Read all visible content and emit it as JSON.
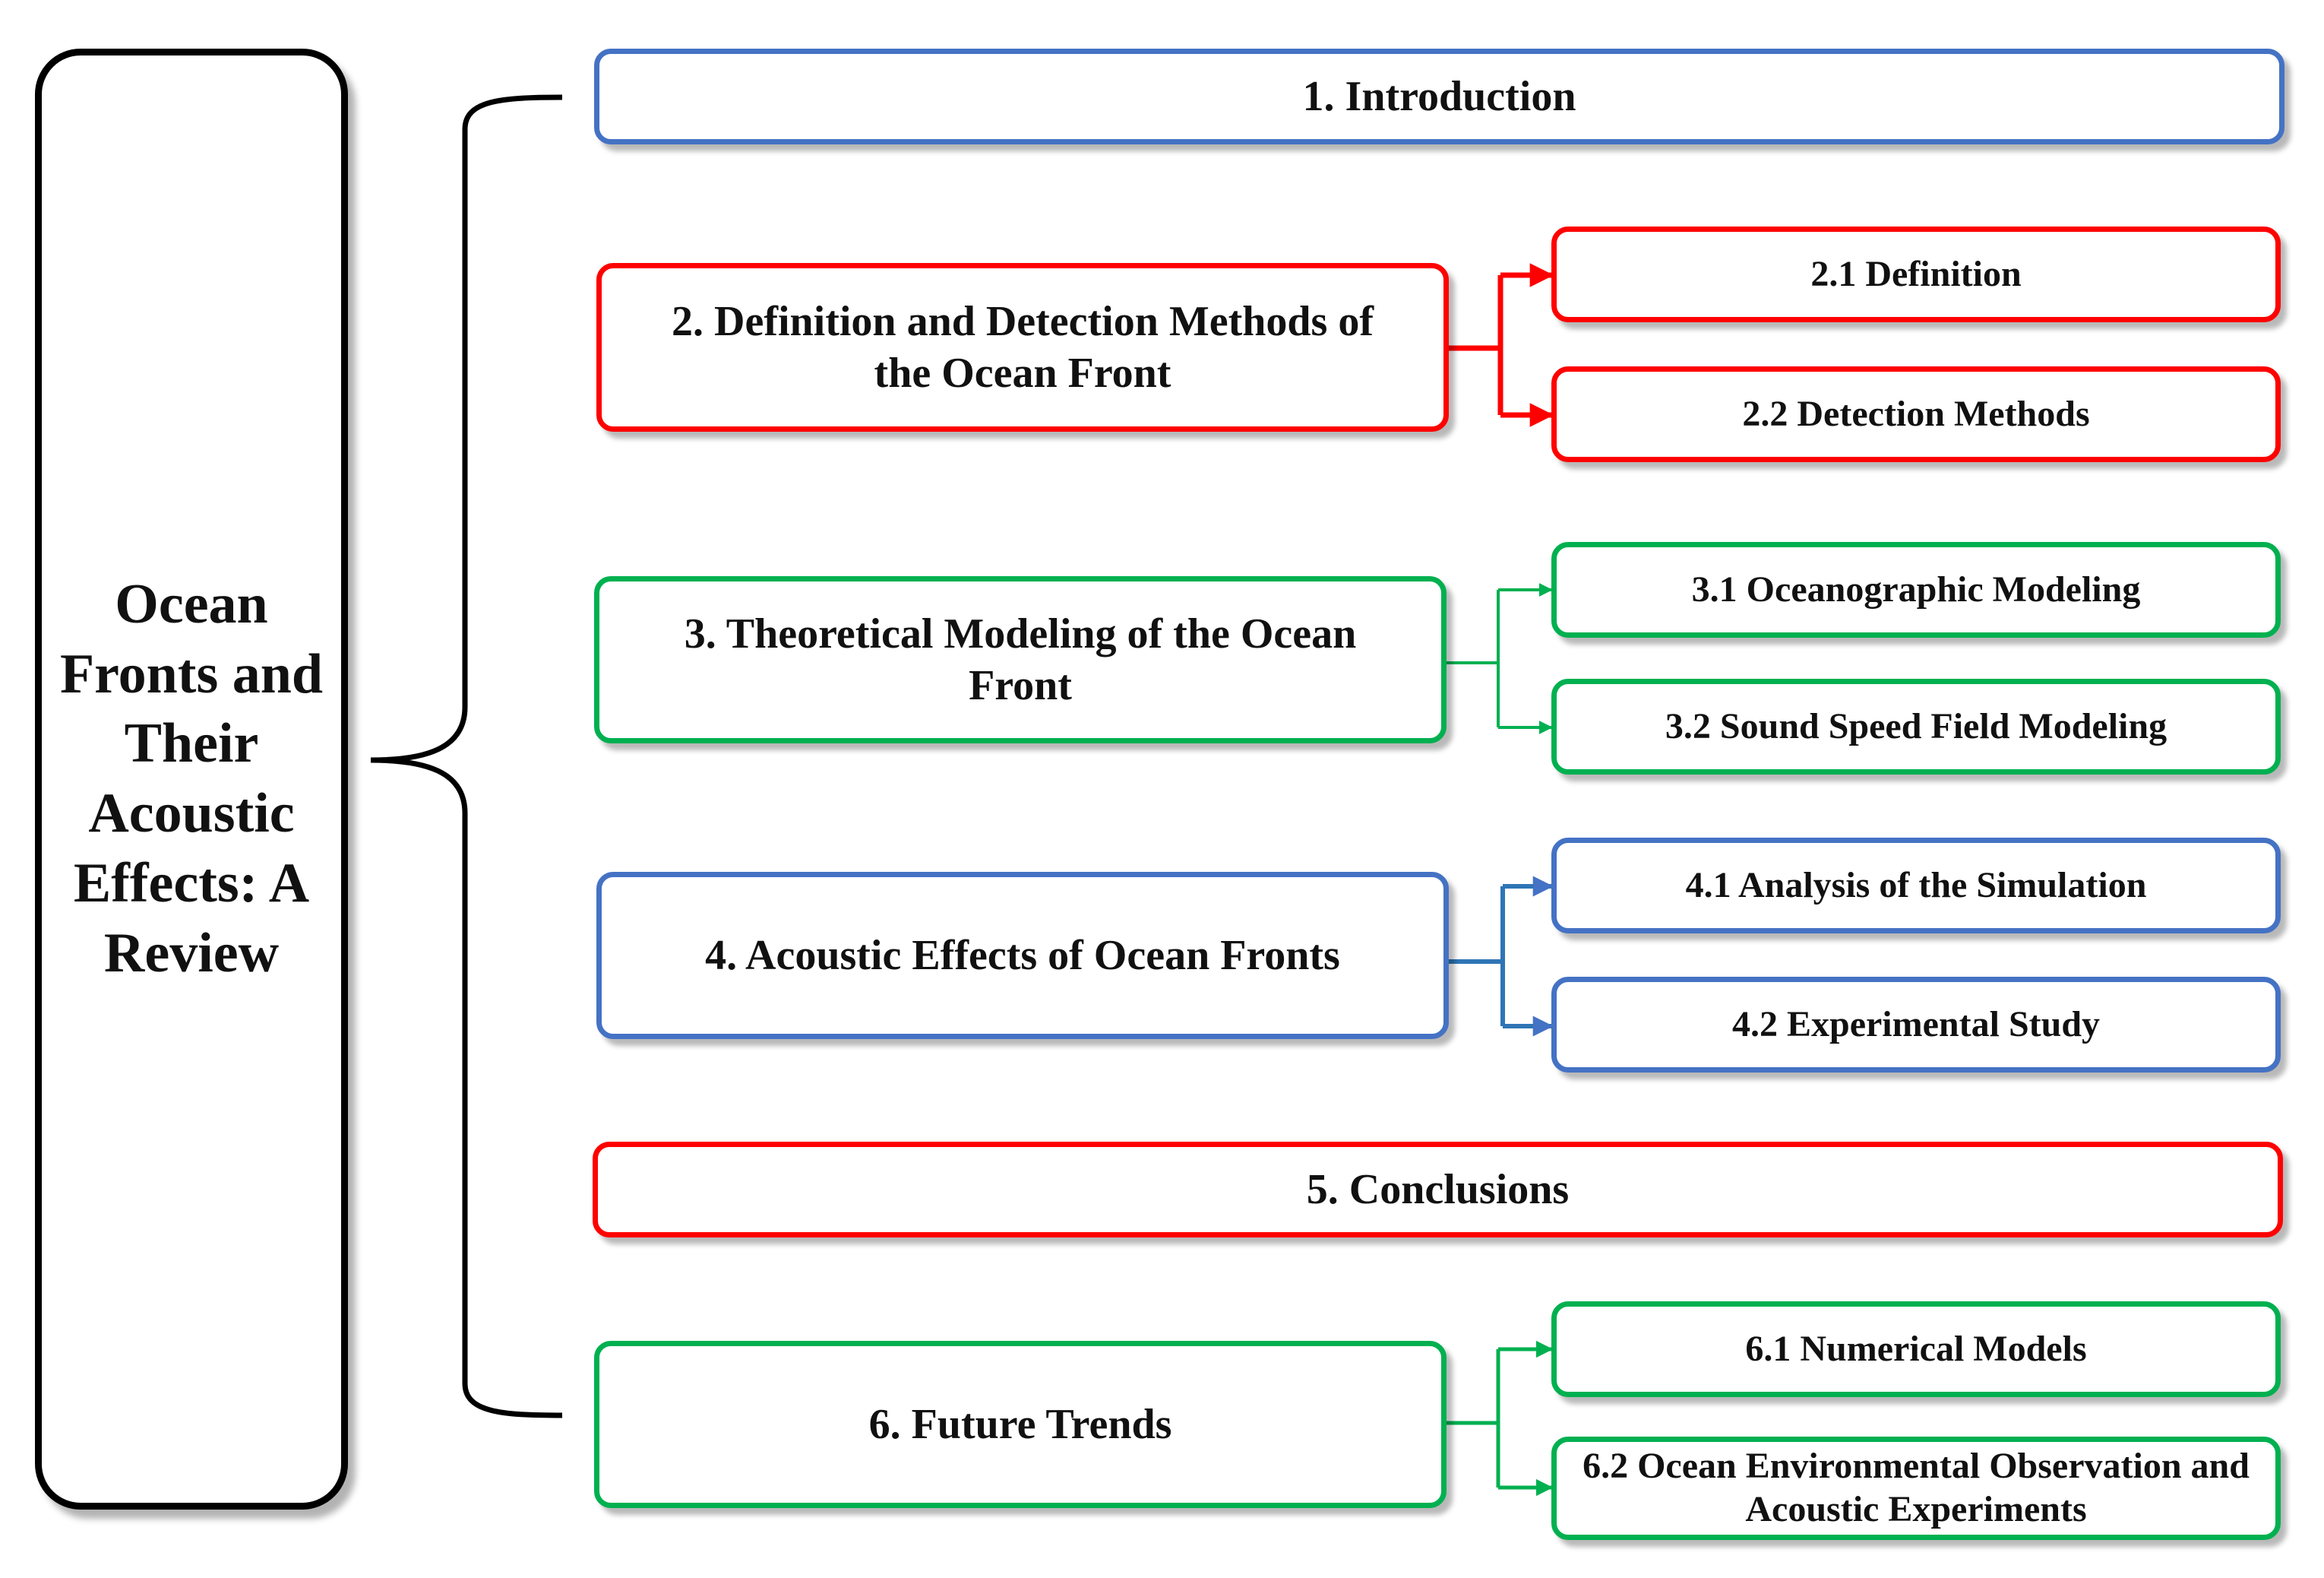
{
  "title": "Ocean Fronts and Their Acoustic Effects: A Review",
  "colors": {
    "blue": "#4472C4",
    "red": "#FF0000",
    "green": "#00B050",
    "brace": "#000000"
  },
  "sections": {
    "s1": {
      "label": "1. Introduction"
    },
    "s2": {
      "label": "2. Definition and Detection Methods of the Ocean Front",
      "subs": {
        "a": "2.1 Definition",
        "b": "2.2 Detection Methods"
      }
    },
    "s3": {
      "label": "3. Theoretical Modeling of the Ocean Front",
      "subs": {
        "a": "3.1 Oceanographic Modeling",
        "b": "3.2 Sound Speed Field Modeling"
      }
    },
    "s4": {
      "label": "4. Acoustic Effects of Ocean Fronts",
      "subs": {
        "a": "4.1 Analysis of the Simulation",
        "b": "4.2 Experimental Study"
      }
    },
    "s5": {
      "label": "5. Conclusions"
    },
    "s6": {
      "label": "6. Future Trends",
      "subs": {
        "a": "6.1 Numerical Models",
        "b": "6.2 Ocean Environmental Observation and Acoustic Experiments"
      }
    }
  }
}
